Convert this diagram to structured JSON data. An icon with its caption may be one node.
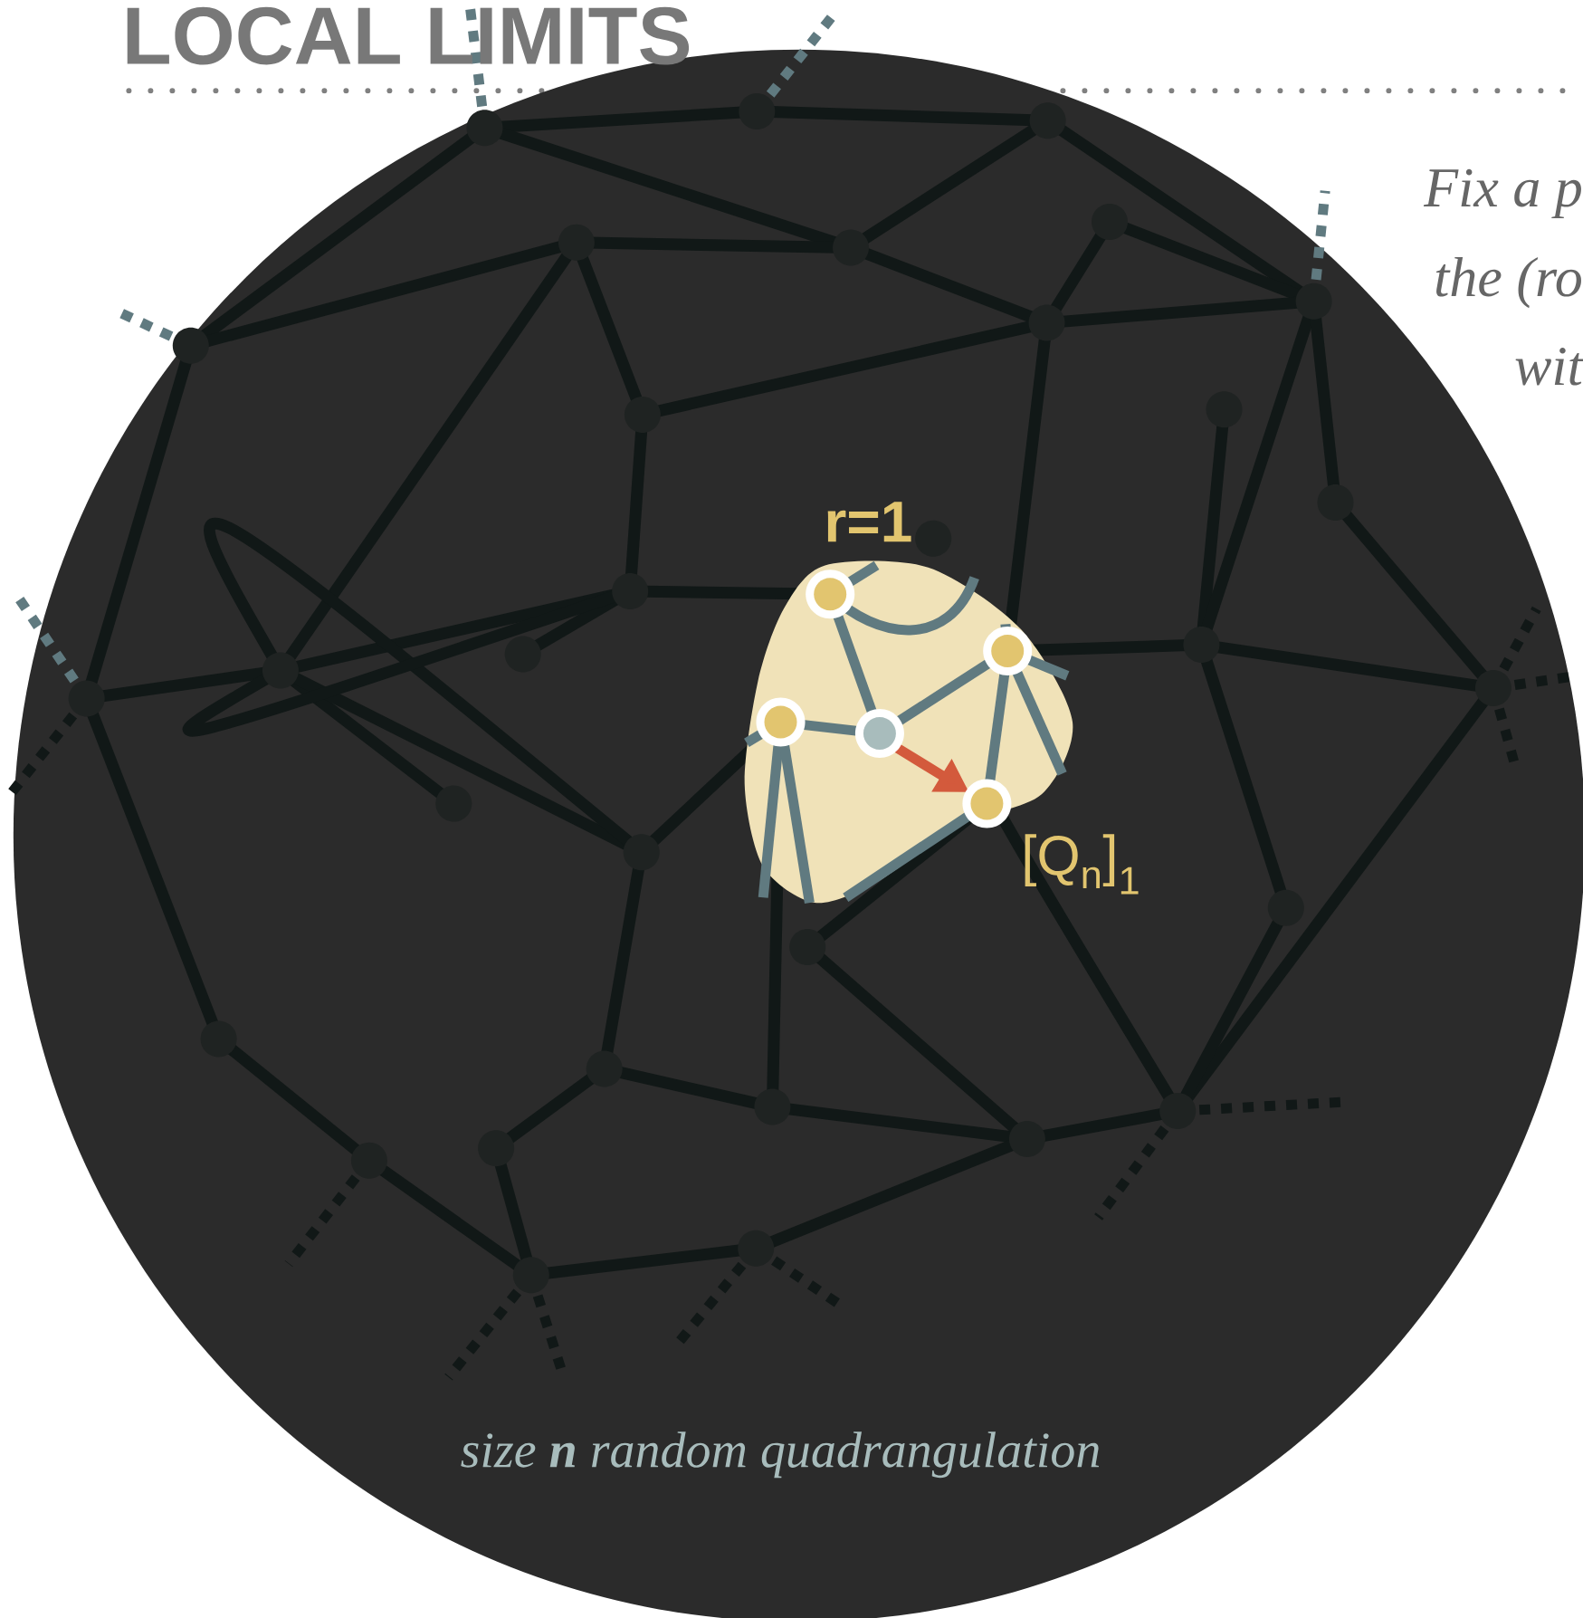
{
  "diagram": {
    "title": "LOCAL LIMITS",
    "labels": [
      "Fix a p",
      "the (ro",
      "wit",
      "r=1",
      "[Q$_{n}$]$_{1}$",
      "size **n** random quadrangulation"
    ]
  }
}
